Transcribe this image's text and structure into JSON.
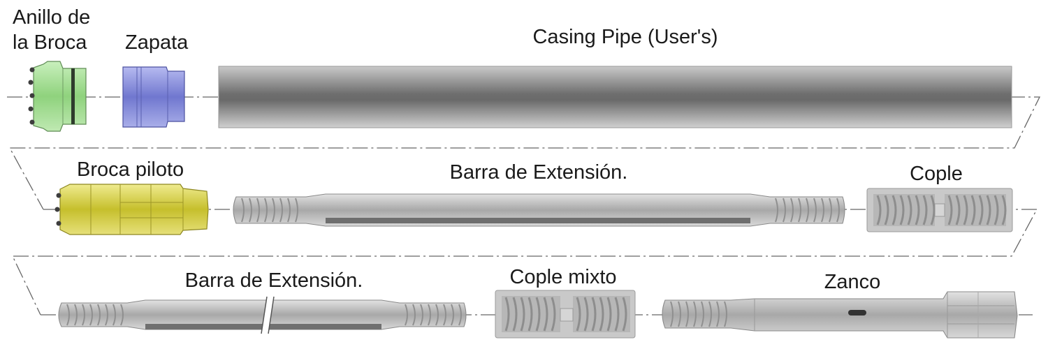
{
  "labels": {
    "anillo_line1": "Anillo de",
    "anillo_line2": "la Broca",
    "zapata": "Zapata",
    "casing_pipe": "Casing Pipe (User's)",
    "broca_piloto": "Broca piloto",
    "barra_extension_row2": "Barra de Extensión.",
    "cople": "Cople",
    "barra_extension_row3": "Barra de Extensión.",
    "cople_mixto": "Cople mixto",
    "zanco": "Zanco"
  },
  "colors": {
    "anillo_green": "#a9e09a",
    "zapata_blue": "#8d93dc",
    "broca_yellow": "#d8d34a",
    "steel_gray": "#b9b9b9",
    "casing_gray": "#8a8a8a",
    "outline_dark": "#555555",
    "guide_line": "#666666"
  }
}
